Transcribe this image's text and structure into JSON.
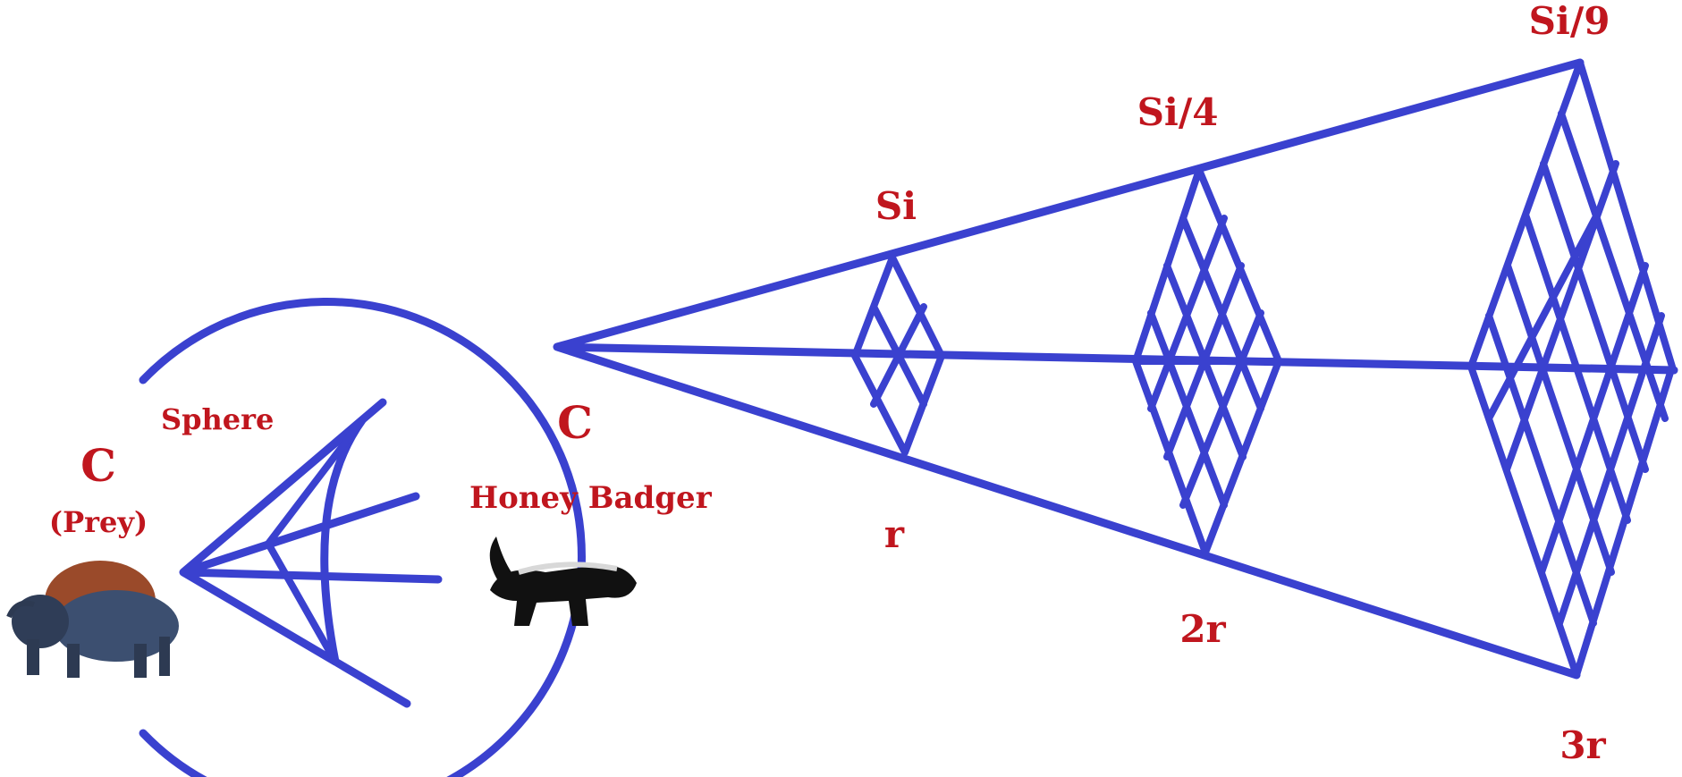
{
  "colors": {
    "lines": "#3a41cf",
    "labels": "#c0161e",
    "background": "#ffffff"
  },
  "labels": {
    "sphere": "Sphere",
    "prey_c": "C",
    "prey": "(Prey)",
    "badger_c": "C",
    "honey_badger": "Honey Badger",
    "si": "Si",
    "si_4": "Si/4",
    "si_9": "Si/9",
    "r": "r",
    "r2": "2r",
    "r3": "3r"
  },
  "icons": {
    "prey": "bison-icon",
    "predator": "honey-badger-icon"
  }
}
